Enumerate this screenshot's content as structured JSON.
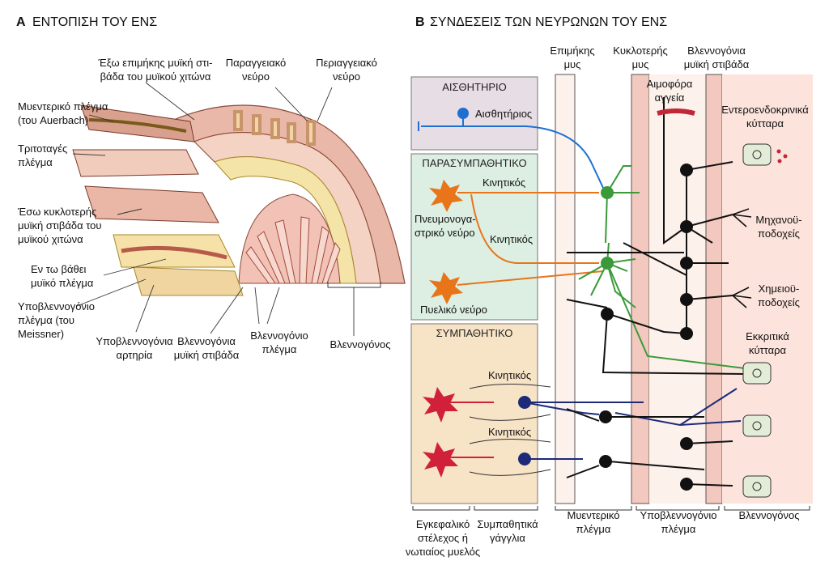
{
  "panel_a": {
    "letter": "A",
    "title": "ΕΝΤΟΠΙΣΗ ΤΟΥ ΕΝΣ",
    "labels": {
      "outer_long_1": "Έξω επιμήκης μυϊκή στι-",
      "outer_long_2": "βάδα του μυϊκού χιτώνα",
      "paraganglion_1": "Παραγγειακό",
      "paraganglion_2": "νεύρο",
      "periangio_1": "Περιαγγειακό",
      "periangio_2": "νεύρο",
      "myenteric_1": "Μυεντερικό πλέγμα",
      "myenteric_2": "(του Auerbach)",
      "tertiary_1": "Τριτοταγές",
      "tertiary_2": "πλέγμα",
      "inner_circ_1": "Έσω κυκλοτερής",
      "inner_circ_2": "μυϊκή στιβάδα του",
      "inner_circ_3": "μυϊκού χιτώνα",
      "deep_1": "Εν τω βάθει",
      "deep_2": "μυϊκό πλέγμα",
      "submucosal_1": "Υποβλεννογόνιο",
      "submucosal_2": "πλέγμα (του",
      "submucosal_3": "Meissner)",
      "submucosal_artery_1": "Υποβλεννογόνια",
      "submucosal_artery_2": "αρτηρία",
      "muscularis_mucosae_1": "Βλεννογόνια",
      "muscularis_mucosae_2": "μυϊκή στιβάδα",
      "mucosal_plexus_1": "Βλεννογόνιο",
      "mucosal_plexus_2": "πλέγμα",
      "mucosa": "Βλεννογόνος"
    }
  },
  "panel_b": {
    "letter": "B",
    "title": "ΣΥΝΔΕΣΕΙΣ ΤΩΝ ΝΕΥΡΩΝΩΝ ΤΟΥ ΕΝΣ",
    "column_headers": {
      "long_muscle_1": "Επιμήκης",
      "long_muscle_2": "μυς",
      "circ_muscle_1": "Κυκλοτερής",
      "circ_muscle_2": "μυς",
      "musc_mucosae_1": "Βλεννογόνια",
      "musc_mucosae_2": "μυϊκή στιβάδα"
    },
    "boxes": {
      "sensory": "ΑΙΣΘΗΤΗΡΙΟ",
      "parasympathetic": "ΠΑΡΑΣΥΜΠΑΘΗΤΙΚΟ",
      "sympathetic": "ΣΥΜΠΑΘΗΤΙΚΟ"
    },
    "labels": {
      "sensory_neuron": "Αισθητήριος",
      "motor_1": "Κινητικός",
      "vagus_1": "Πνευμονογα-",
      "vagus_2": "στρικό νεύρο",
      "motor_2": "Κινητικός",
      "pelvic": "Πυελικό νεύρο",
      "motor_3": "Κινητικός",
      "motor_4": "Κινητικός",
      "vessels_1": "Αιμοφόρα",
      "vessels_2": "αγγεία",
      "entero_1": "Εντεροενδοκρινικά",
      "entero_2": "κύτταρα",
      "mechano_1": "Μηχανοϋ-",
      "mechano_2": "ποδοχείς",
      "chemo_1": "Χημειοϋ-",
      "chemo_2": "ποδοχείς",
      "secretory_1": "Εκκριτικά",
      "secretory_2": "κύτταρα"
    },
    "bottom_labels": {
      "brainstem_1": "Εγκεφαλικό",
      "brainstem_2": "στέλεχος ή",
      "brainstem_3": "νωτιαίος μυελός",
      "ganglia_1": "Συμπαθητικά",
      "ganglia_2": "γάγγλια",
      "myenteric_1": "Μυεντερικό",
      "myenteric_2": "πλέγμα",
      "submucosal_1": "Υποβλεννογόνιο",
      "submucosal_2": "πλέγμα",
      "mucosa": "Βλεννογόνος"
    },
    "colors": {
      "sensory": "#1f6fd1",
      "parasympathetic_pre": "#e8751a",
      "parasympathetic_post": "#3a9a3a",
      "sympathetic_pre": "#d0203a",
      "sympathetic_post": "#1c2a78",
      "enteric": "#111111"
    }
  }
}
